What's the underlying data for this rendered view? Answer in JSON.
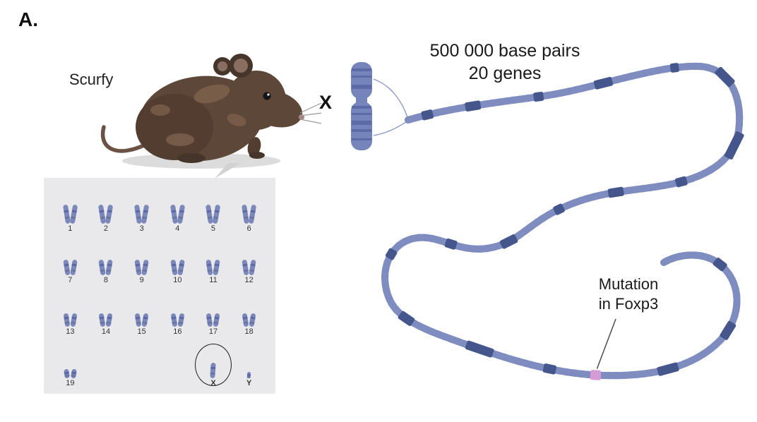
{
  "panel": {
    "label": "A."
  },
  "mouse": {
    "label": "Scurfy"
  },
  "karyotype": {
    "labels": [
      "1",
      "2",
      "3",
      "4",
      "5",
      "6",
      "7",
      "8",
      "9",
      "10",
      "11",
      "12",
      "13",
      "14",
      "15",
      "16",
      "17",
      "18",
      "19",
      "X",
      "Y"
    ]
  },
  "chromosome": {
    "label": "X"
  },
  "annotation": {
    "line1": "500 000 base pairs",
    "line2": "20 genes"
  },
  "mutation_label": {
    "line1": "Mutation",
    "line2": "in Foxp3"
  },
  "colors": {
    "gene": "#44568c",
    "mutation": "#d49bd4",
    "helix": "#7e8cc0",
    "helix_light": "#c7cfe9",
    "chromosome": "#7584ba",
    "chromosome_band": "#5a69a4",
    "karyotype_bg": "#e9e9eb"
  },
  "dna": {
    "genes": [
      {
        "t": 0.015,
        "len": 16
      },
      {
        "t": 0.05,
        "len": 22
      },
      {
        "t": 0.1,
        "len": 14
      },
      {
        "t": 0.15,
        "len": 26
      },
      {
        "t": 0.205,
        "len": 12
      },
      {
        "t": 0.245,
        "len": 30
      },
      {
        "t": 0.3,
        "len": 40
      },
      {
        "t": 0.35,
        "len": 16
      },
      {
        "t": 0.4,
        "len": 22
      },
      {
        "t": 0.445,
        "len": 14
      },
      {
        "t": 0.49,
        "len": 24
      },
      {
        "t": 0.535,
        "len": 16
      },
      {
        "t": 0.585,
        "len": 14
      },
      {
        "t": 0.64,
        "len": 22
      },
      {
        "t": 0.7,
        "len": 40
      },
      {
        "t": 0.755,
        "len": 18
      },
      {
        "t": 0.845,
        "len": 30
      },
      {
        "t": 0.9,
        "len": 26
      },
      {
        "t": 0.955,
        "len": 18
      }
    ],
    "mutation": {
      "t": 0.79,
      "len": 15
    }
  }
}
